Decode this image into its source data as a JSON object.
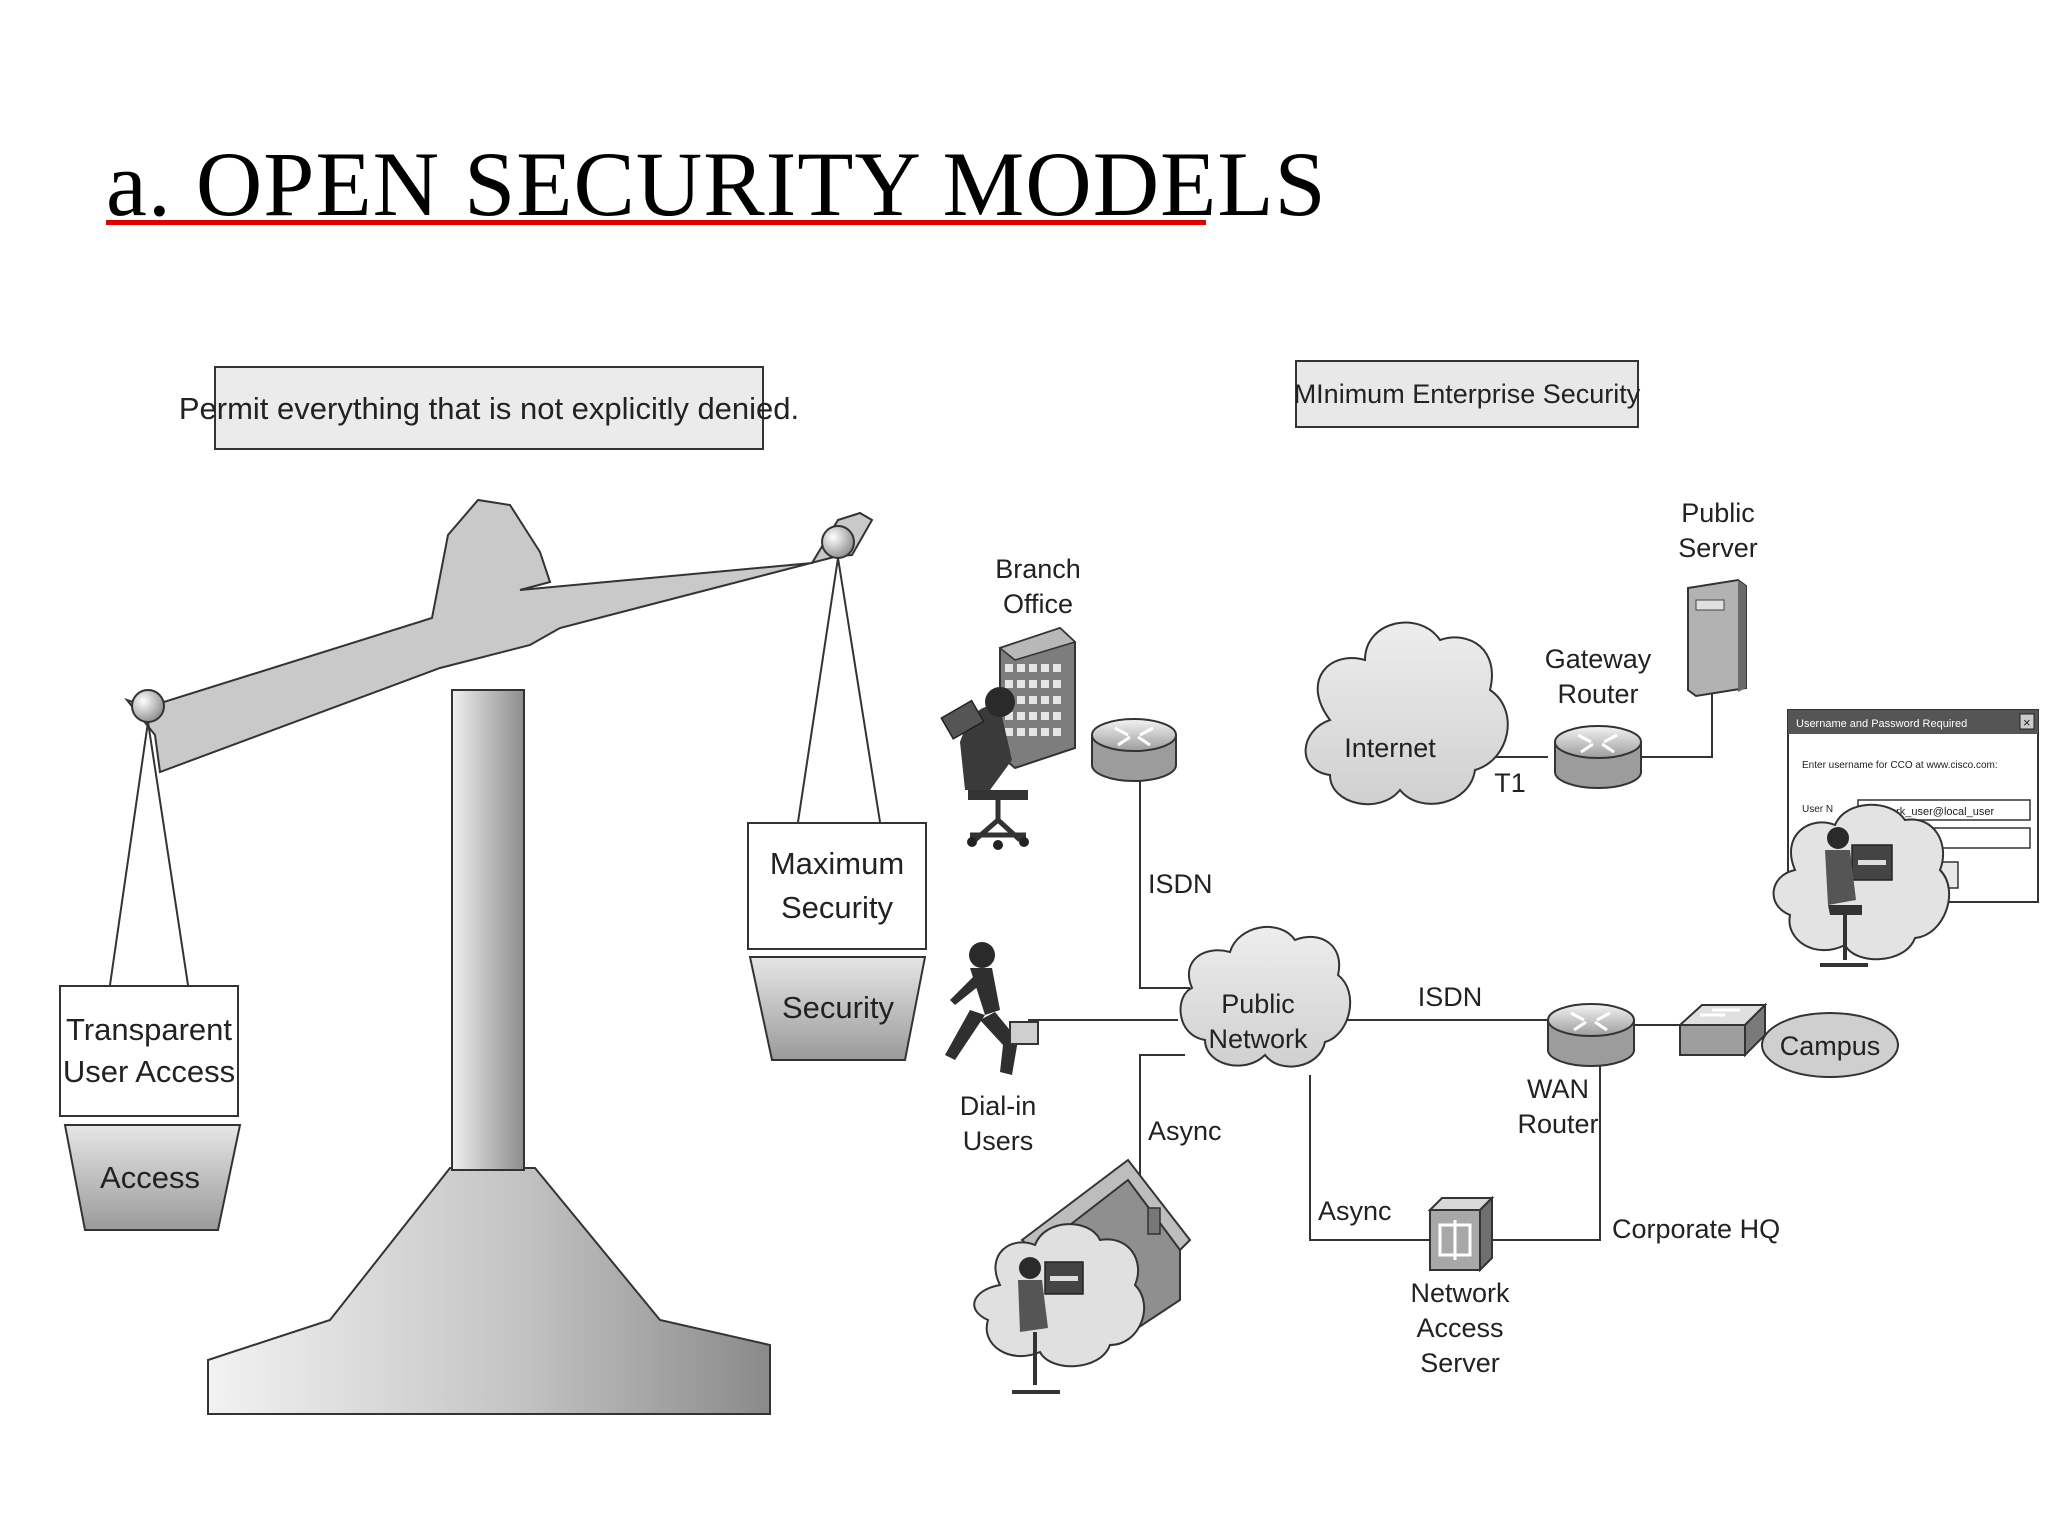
{
  "title": "a. OPEN SECURITY MODELS",
  "colors": {
    "title_underline": "#e00000",
    "gray_fill": "#c9c9c9",
    "dark_fill": "#8a8a8a"
  },
  "scale": {
    "caption": "Permit everything that is not explicitly denied.",
    "left_pan": {
      "label_line1": "Transparent",
      "label_line2": "User Access",
      "bucket": "Access"
    },
    "right_pan": {
      "label_line1": "Maximum",
      "label_line2": "Security",
      "bucket": "Security"
    }
  },
  "network": {
    "caption": "MInimum Enterprise Security",
    "branch_office": [
      "Branch",
      "Office"
    ],
    "public_server": [
      "Public",
      "Server"
    ],
    "gateway_router": [
      "Gateway",
      "Router"
    ],
    "internet": "Internet",
    "t1": "T1",
    "isdn_vertical": "ISDN",
    "isdn_horizontal": "ISDN",
    "public_network": [
      "Public",
      "Network"
    ],
    "dial_in_users": [
      "Dial-in",
      "Users"
    ],
    "async_left": "Async",
    "async_bottom": "Async",
    "wan_router": [
      "WAN",
      "Router"
    ],
    "campus": "Campus",
    "corporate_hq": "Corporate HQ",
    "nas": [
      "Network",
      "Access",
      "Server"
    ],
    "login_dialog": {
      "title": "Username and Password Required",
      "prompt": "Enter username for CCO at www.cisco.com:",
      "user_label": "User N",
      "user_value": "ork_user@local_user"
    }
  }
}
